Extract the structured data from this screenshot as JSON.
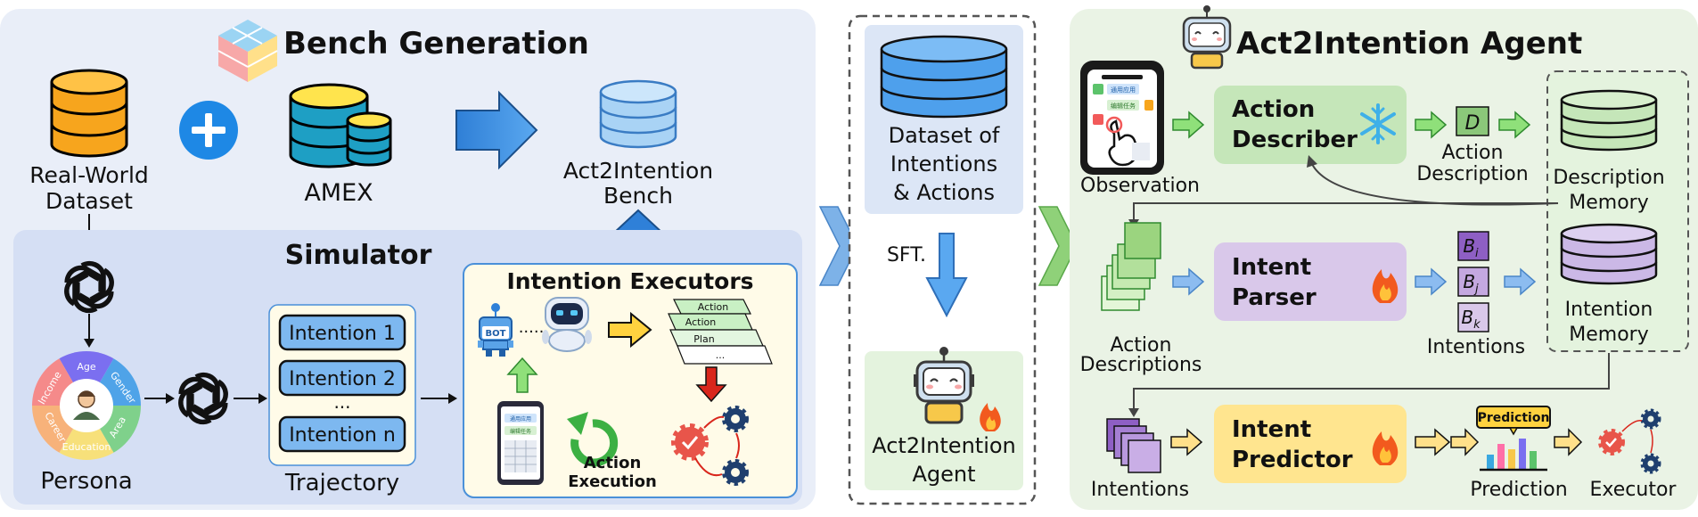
{
  "bench": {
    "title": "Bench Generation",
    "real_world_line1": "Real-World",
    "real_world_line2": "Dataset",
    "amex": "AMEX",
    "bench_line1": "Act2Intention",
    "bench_line2": "Bench",
    "simulator_title": "Simulator",
    "persona_label": "Persona",
    "persona_segments": [
      "Age",
      "Gender",
      "Area",
      "Education",
      "Career",
      "Income"
    ],
    "trajectory_label": "Trajectory",
    "intentions": [
      "Intention 1",
      "Intention 2",
      "...",
      "Intention n"
    ],
    "executors_title": "Intention Executors",
    "bot_label": "BOT",
    "card_labels": [
      "Action",
      "Action",
      "Plan",
      "..."
    ],
    "phone_labels": [
      "通用应用",
      "编辑任务"
    ],
    "action_exec_line1": "Action",
    "action_exec_line2": "Execution"
  },
  "middle": {
    "dataset_line1": "Dataset of",
    "dataset_line2": "Intentions",
    "dataset_line3": "& Actions",
    "sft": "SFT.",
    "agent_line1": "Act2Intention",
    "agent_line2": "Agent"
  },
  "agent": {
    "title": "Act2Intention Agent",
    "observation": "Observation",
    "phone_labels": [
      "通用应用",
      "编辑任务"
    ],
    "describer_line1": "Action",
    "describer_line2": "Describer",
    "d_symbol": "D",
    "action_desc_line1": "Action",
    "action_desc_line2": "Description",
    "desc_memory_line1": "Description",
    "desc_memory_line2": "Memory",
    "intent_memory_line1": "Intention",
    "intent_memory_line2": "Memory",
    "action_descs_line1": "Action",
    "action_descs_line2": "Descriptions",
    "parser_line1": "Intent",
    "parser_line2": "Parser",
    "b_symbols": [
      "B",
      "B",
      "B"
    ],
    "b_subscripts": [
      "i",
      "j",
      "k"
    ],
    "intentions_label": "Intentions",
    "intentions_label2": "Intentions",
    "predictor_line1": "Intent",
    "predictor_line2": "Predictor",
    "prediction_tag": "Prediction",
    "prediction_label": "Prediction",
    "executor_label": "Executor"
  }
}
